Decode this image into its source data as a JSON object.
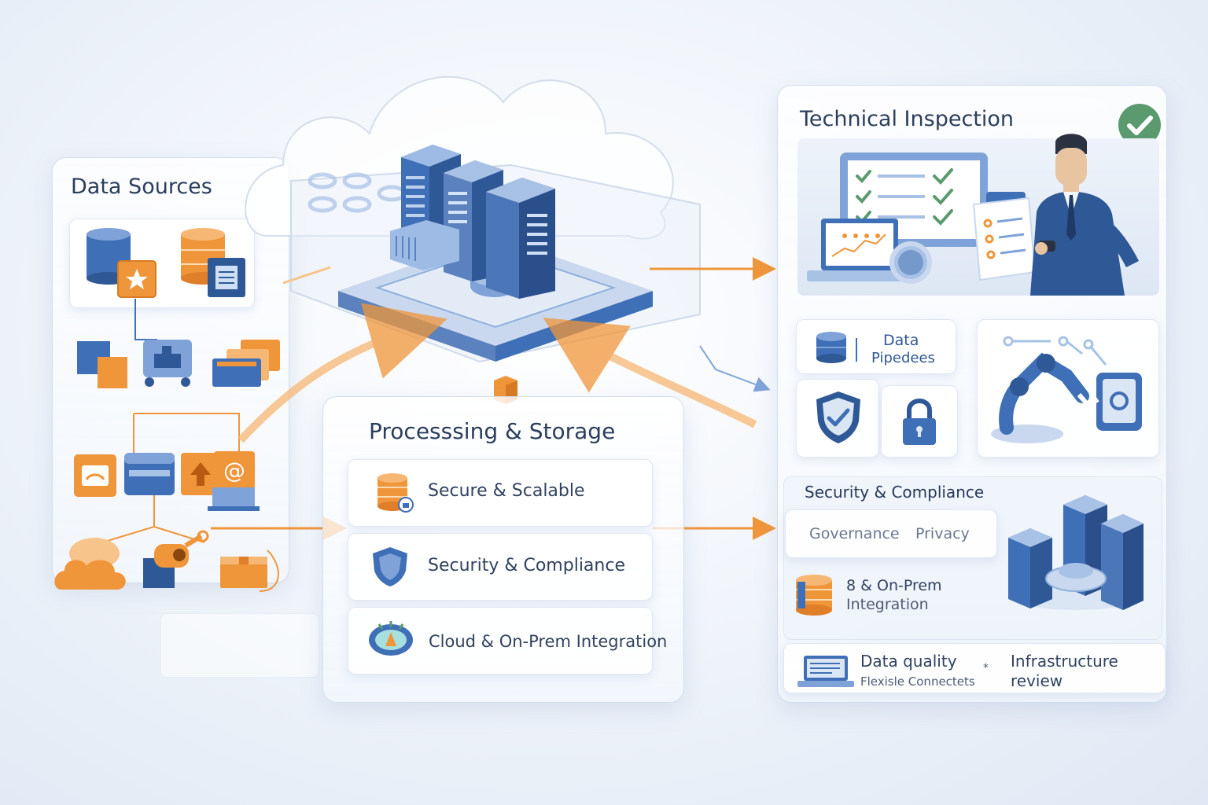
{
  "data_sources": {
    "title": "Data Sources"
  },
  "processing": {
    "title": "Processsing & Storage",
    "items": [
      {
        "label": "Secure & Scalable"
      },
      {
        "label": "Security & Compliance"
      },
      {
        "label": "Cloud & On-Prem Integration"
      }
    ]
  },
  "inspection": {
    "title": "Technical Inspection",
    "pipelines": {
      "line1": "Data",
      "line2": "Pipedees"
    },
    "security_title": "Security & Compliance",
    "governance": "Governance",
    "privacy": "Privacy",
    "onprem": {
      "line1": "8 & On-Prem",
      "line2": "Integration"
    },
    "data_quality": {
      "line1": "Data quality",
      "line2": "Flexisle Connectets"
    },
    "infrastructure": {
      "line1": "Infrastructure",
      "line2": "review"
    }
  },
  "colors": {
    "accent_blue": "#3f6fb6",
    "accent_orange": "#f0963a",
    "success_green": "#5a9a6e"
  }
}
